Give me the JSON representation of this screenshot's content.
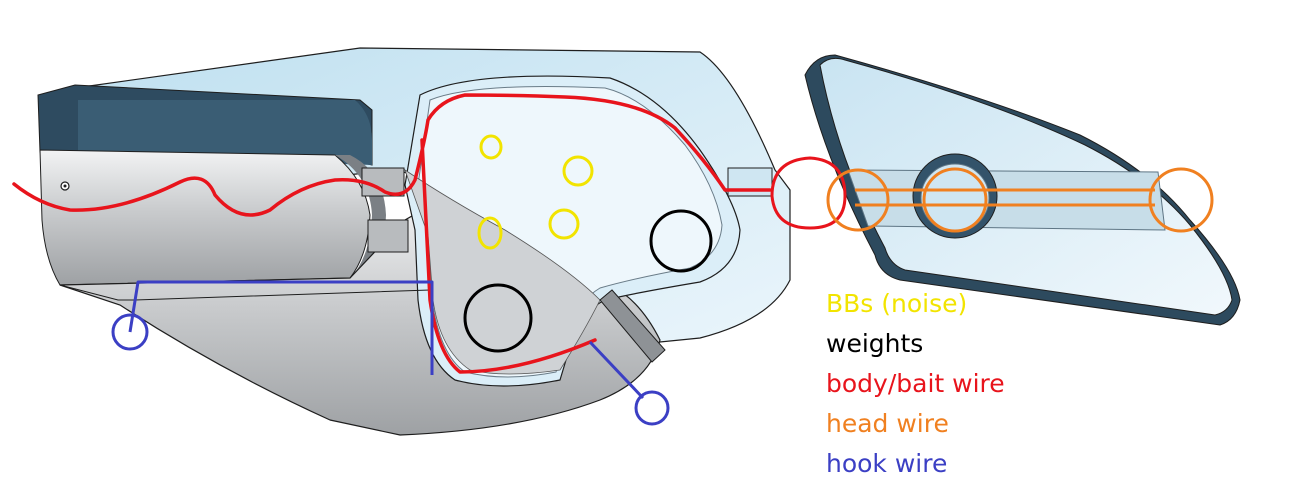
{
  "legend": {
    "items": [
      {
        "key": "bbs",
        "label": "BBs (noise)",
        "color": "#f2e400"
      },
      {
        "key": "weights",
        "label": "weights",
        "color": "#000000"
      },
      {
        "key": "body",
        "label": "body/bait wire",
        "color": "#e8141c"
      },
      {
        "key": "head",
        "label": "head wire",
        "color": "#f08020"
      },
      {
        "key": "hook",
        "label": "hook wire",
        "color": "#3b3fc4"
      }
    ]
  },
  "colors": {
    "part_blue": "#d6ebf5",
    "part_gray": "#c8cacc",
    "edge_dark": "#2d4a5e",
    "outline": "#1e1e1e"
  },
  "icons": [
    "pin-hole-icon"
  ]
}
